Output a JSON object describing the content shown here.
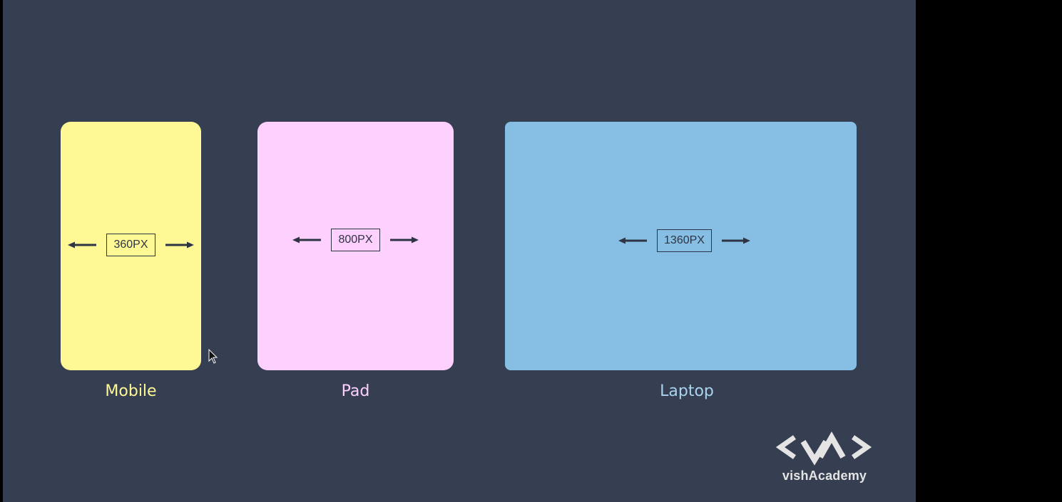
{
  "devices": [
    {
      "label": "Mobile",
      "width_label": "360PX",
      "color": "#fef994",
      "label_color": "#fef994"
    },
    {
      "label": "Pad",
      "width_label": "800PX",
      "color": "#fed0fe",
      "label_color": "#fed0fe"
    },
    {
      "label": "Laptop",
      "width_label": "1360PX",
      "color": "#87bfe4",
      "label_color": "#a9d3ee"
    }
  ],
  "logo": {
    "text": "vishAcademy"
  },
  "colors": {
    "slide_bg": "#353f51",
    "outer_bg": "#000000",
    "arrow": "#2e3444"
  },
  "icons": [
    "left-arrow-icon",
    "right-arrow-icon",
    "mouse-cursor-icon",
    "code-brackets-logo-icon"
  ]
}
